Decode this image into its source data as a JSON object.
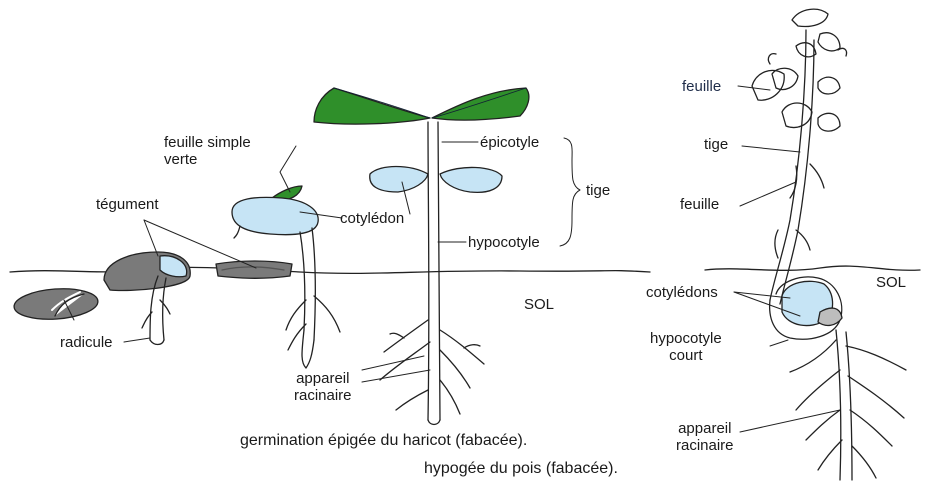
{
  "labels": {
    "feuille_simple_line1": "feuille simple",
    "feuille_simple_line2": "verte",
    "tegument": "tégument",
    "radicule": "radicule",
    "cotyledon": "cotylédon",
    "epicotyle": "épicotyle",
    "tige_bean": "tige",
    "hypocotyle": "hypocotyle",
    "sol_left": "SOL",
    "appareil_left_line1": "appareil",
    "appareil_left_line2": "racinaire",
    "feuille_top": "feuille",
    "tige_pea": "tige",
    "feuille_mid": "feuille",
    "sol_right": "SOL",
    "cotyledons": "cotylédons",
    "hypocotyle_court_line1": "hypocotyle",
    "hypocotyle_court_line2": "court",
    "appareil_right_line1": "appareil",
    "appareil_right_line2": "racinaire"
  },
  "captions": {
    "bean": "germination épigée du haricot (fabacée).",
    "pea": "hypogée du pois (fabacée)."
  },
  "colors": {
    "leaf_green": "#2f8f2a",
    "cotyledon_blue": "#c6e4f5",
    "seed_gray": "#7a7a7a",
    "outline": "#222222"
  }
}
